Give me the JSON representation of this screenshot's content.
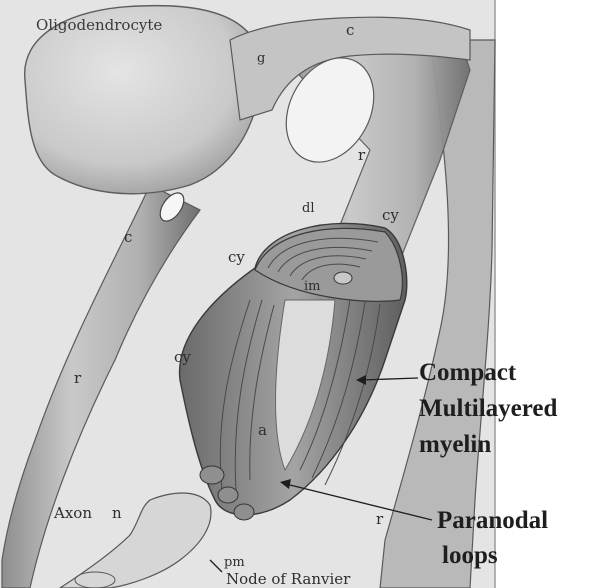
{
  "figure": {
    "labels": {
      "oligodendrocyte": "Oligodendrocyte",
      "c_top": "c",
      "g": "g",
      "c_left": "c",
      "r_mid": "r",
      "r_left": "r",
      "r_right": "r",
      "cy_top_right": "cy",
      "cy_mid_left": "cy",
      "cy_left": "cy",
      "dl": "dl",
      "im": "im",
      "a": "a",
      "axon": "Axon",
      "n": "n",
      "pm": "pm",
      "node_of_ranvier": "Node of Ranvier",
      "compact_line1": "Compact",
      "compact_line2": "Multilayered",
      "compact_line3": "myelin",
      "paranodal_line1": "Paranodal",
      "paranodal_line2": "loops"
    },
    "colors": {
      "background": "#ffffff",
      "panel": "#e6e6e6",
      "cell_body": "#d2d2d2",
      "process": "#b8b8b8",
      "axon": "#dadada",
      "myelin": "#8a8a8a",
      "ink": "#2e2e2e"
    }
  }
}
